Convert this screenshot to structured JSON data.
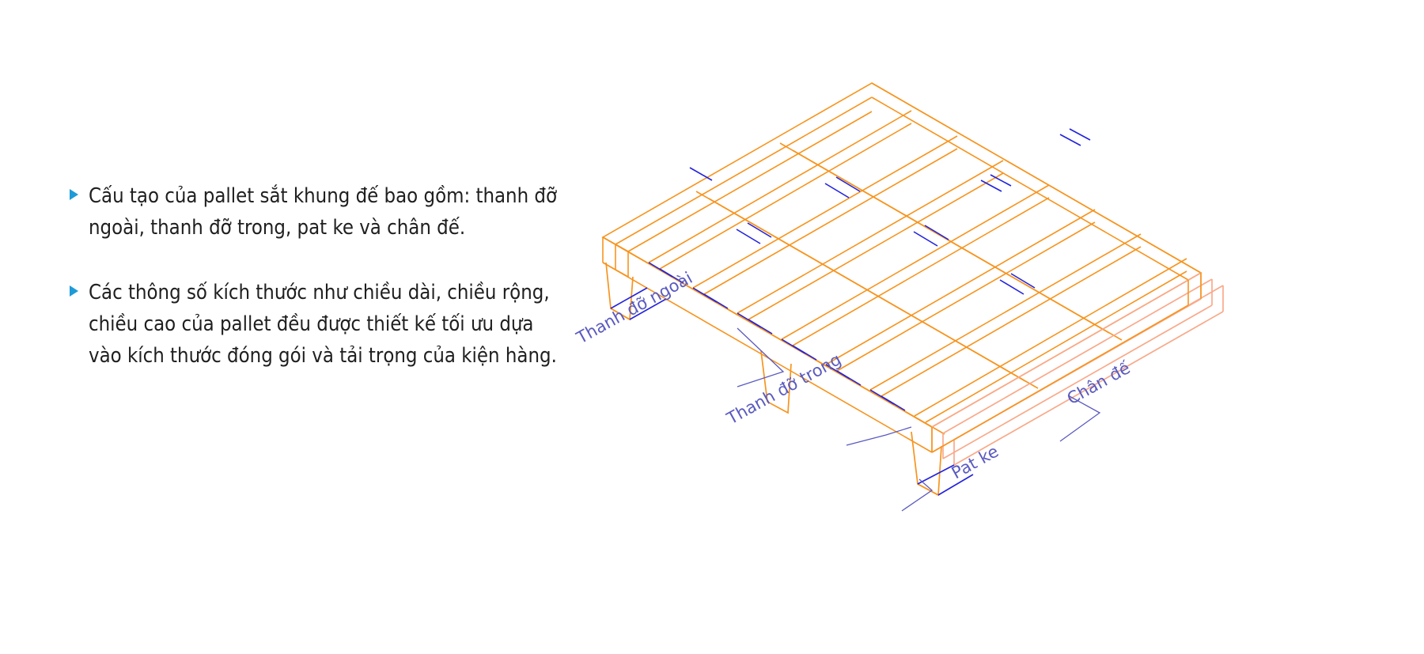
{
  "page": {
    "background_color": "#ffffff",
    "bullet_color": "#1e9bd7",
    "text_color": "#1f1f1f"
  },
  "content": {
    "bullets": [
      {
        "id": "bullet-structure",
        "marker": "triangle-right-icon",
        "text": "Cấu tạo của pallet sắt khung đế bao gồm: thanh đỡ ngoài, thanh đỡ trong, pat ke và chân đế."
      },
      {
        "id": "bullet-dimensions",
        "marker": "triangle-right-icon",
        "text": "Các thông số kích thước như chiều dài, chiều rộng, chiều cao của pallet đều được thiết kế tối ưu dựa vào kích thước đóng gói và tải trọng của kiện hàng."
      }
    ]
  },
  "diagram": {
    "name": "steel-pallet-isometric-drawing",
    "line_color_primary": "#f7941e",
    "line_color_secondary": "#f9a98a",
    "accent_color": "#2222dd",
    "label_color": "#5a5ac0",
    "callouts": [
      {
        "id": "callout-thanh-do-ngoai",
        "label": "Thanh đỡ ngoài",
        "rotation": -28
      },
      {
        "id": "callout-thanh-do-trong",
        "label": "Thanh đỡ trong",
        "rotation": -28
      },
      {
        "id": "callout-pat-ke",
        "label": "Pat ke",
        "rotation": -28
      },
      {
        "id": "callout-chan-de",
        "label": "Chân đế",
        "rotation": -28
      }
    ]
  }
}
